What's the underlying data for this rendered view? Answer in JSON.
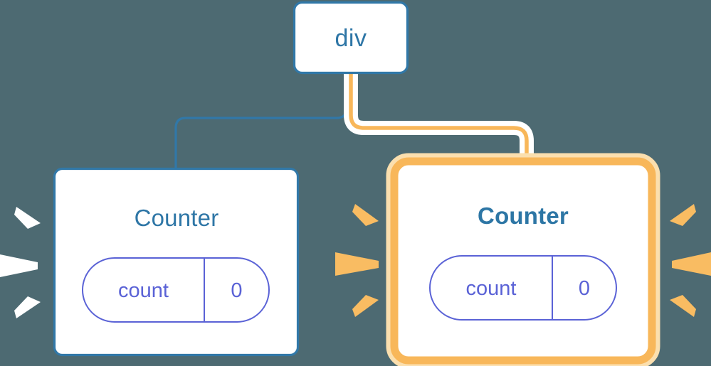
{
  "diagram": {
    "title": "component-tree-rerender-highlight",
    "background_color": "#4d6a72",
    "nodes": {
      "root": {
        "label": "div",
        "border_color": "#3178a8",
        "fill": "#ffffff",
        "highlighted": false
      },
      "left_counter": {
        "label": "Counter",
        "border_color": "#3178a8",
        "fill": "#ffffff",
        "highlighted": false,
        "state": {
          "key": "count",
          "value": "0",
          "border_color": "#5a62d6"
        },
        "rays_color": "#ffffff",
        "rays_count": 3
      },
      "right_counter": {
        "label": "Counter",
        "border_color": "#f8b75a",
        "glow_color": "#fbdfae",
        "fill": "#ffffff",
        "highlighted": true,
        "state": {
          "key": "count",
          "value": "0",
          "border_color": "#5a62d6"
        },
        "rays_color": "#f9bc62",
        "rays_count": 6
      }
    },
    "edges": {
      "root_to_left": {
        "color": "#3178a8",
        "style": "solid",
        "highlighted": false
      },
      "root_to_right": {
        "color": "#f8b75a",
        "halo_color": "#ffffff",
        "style": "solid",
        "highlighted": true
      }
    }
  }
}
